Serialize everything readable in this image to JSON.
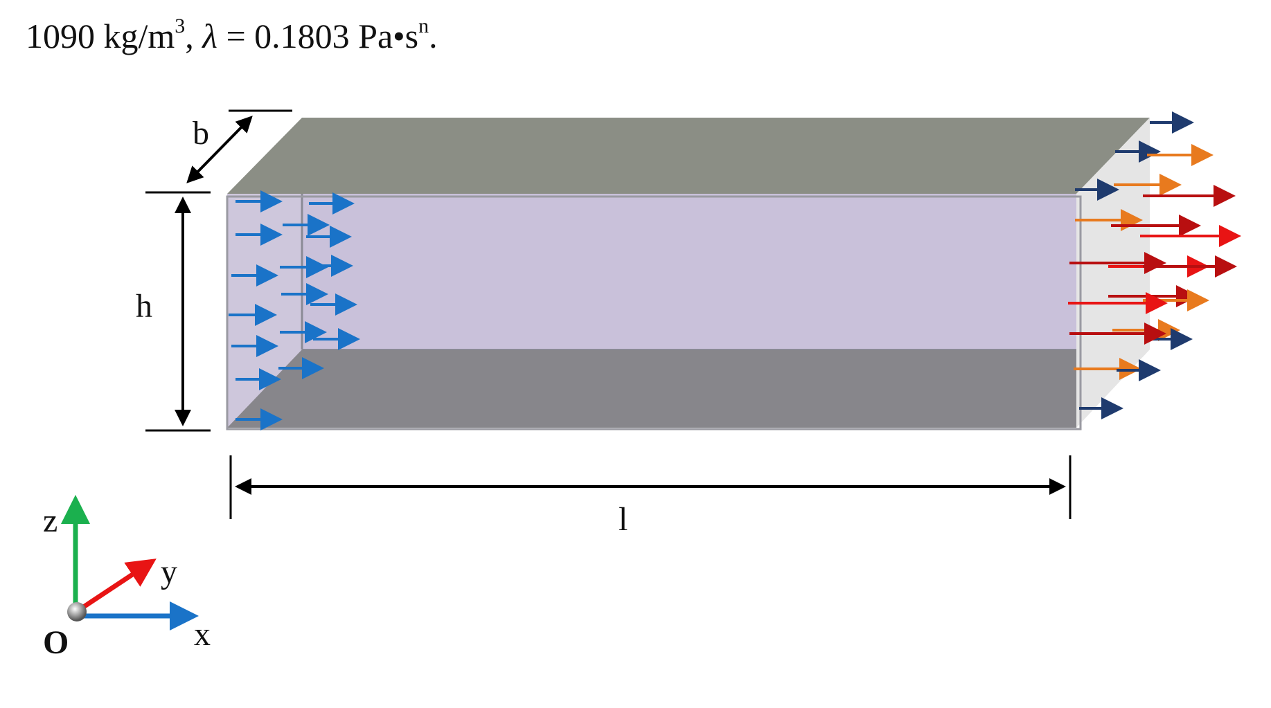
{
  "header": {
    "density_value": "1090 kg/m",
    "density_exp": "3",
    "separator": ", ",
    "lambda_symbol": "λ",
    "lambda_rest": " = 0.1803 Pa•s",
    "lambda_exp": "n",
    "end": "."
  },
  "dimensions": {
    "width_label": "b",
    "height_label": "h",
    "length_label": "l"
  },
  "axes": {
    "z_label": "z",
    "y_label": "y",
    "x_label": "x",
    "origin_label": "O"
  },
  "colors": {
    "top_plate": "#8b8e85",
    "bottom_plate": "#87868b",
    "fluid": "#c9c1da",
    "inlet_arrow": "#1a73c8",
    "outlet_navy": "#1f3b6e",
    "outlet_orange": "#e87a1e",
    "outlet_darkred": "#b80f10",
    "outlet_red": "#e81414",
    "axis_z": "#1bb04e",
    "axis_y": "#e81414",
    "axis_x": "#1a73c8"
  }
}
